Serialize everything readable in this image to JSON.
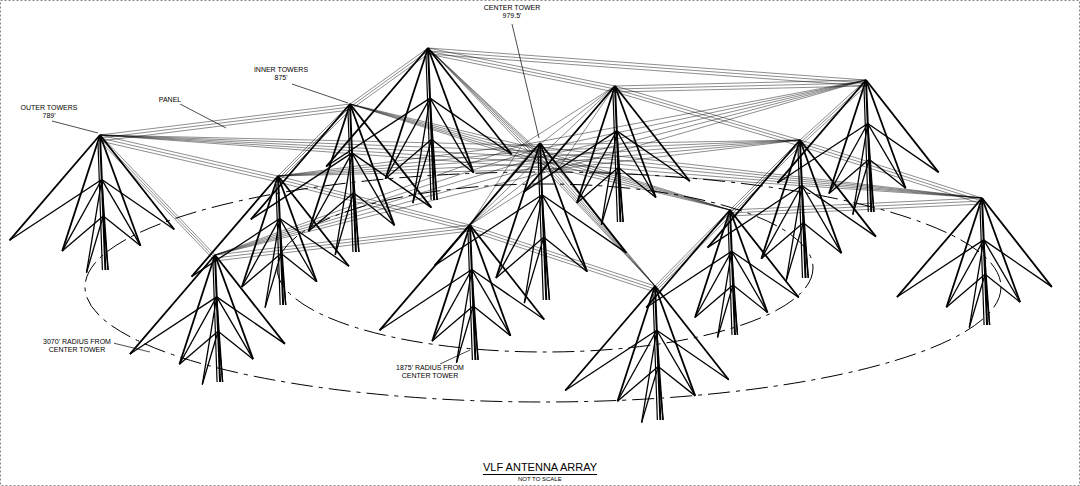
{
  "diagram": {
    "title": "VLF ANTENNA ARRAY",
    "labels": [
      "CENTER TOWER 979.5'",
      "INNER TOWERS 875'",
      "OUTER TOWERS 789'",
      "PANEL",
      "3070' RADIUS FROM CENTER TOWER",
      "1875' RADIUS FROM CENTER TOWER",
      "NOT TO SCALE"
    ]
  }
}
